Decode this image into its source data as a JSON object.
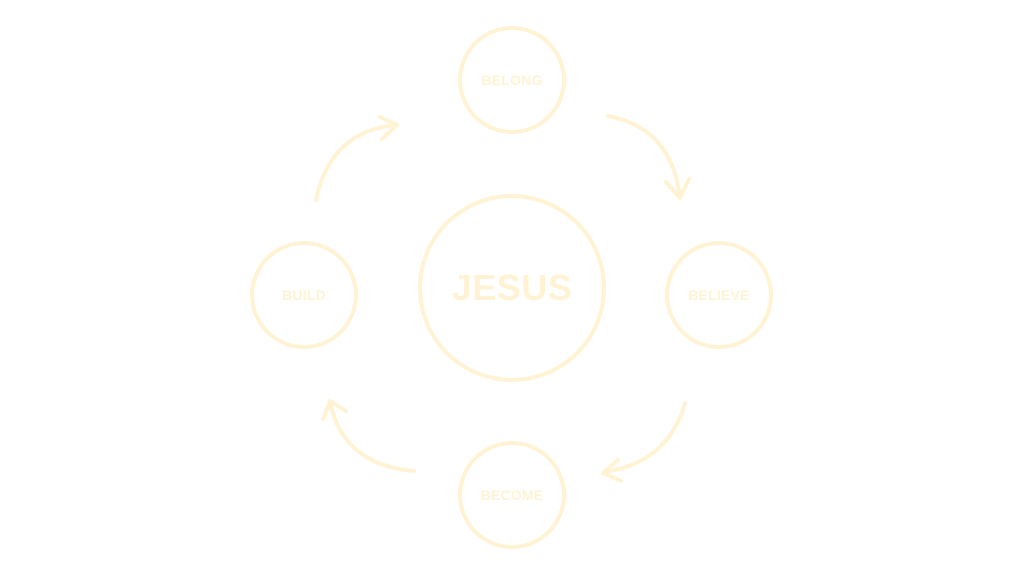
{
  "colors": {
    "background": "#FFFFFF",
    "stroke": "#FFF3D4",
    "text": "#FFF3D4"
  },
  "diagram": {
    "center": {
      "label": "JESUS"
    },
    "nodes": {
      "top": {
        "label": "BELONG"
      },
      "right": {
        "label": "BELIEVE"
      },
      "bottom": {
        "label": "BECOME"
      },
      "left": {
        "label": "BUILD"
      }
    },
    "cycle": {
      "direction": "clockwise",
      "order": [
        "BELONG",
        "BELIEVE",
        "BECOME",
        "BUILD"
      ]
    }
  }
}
